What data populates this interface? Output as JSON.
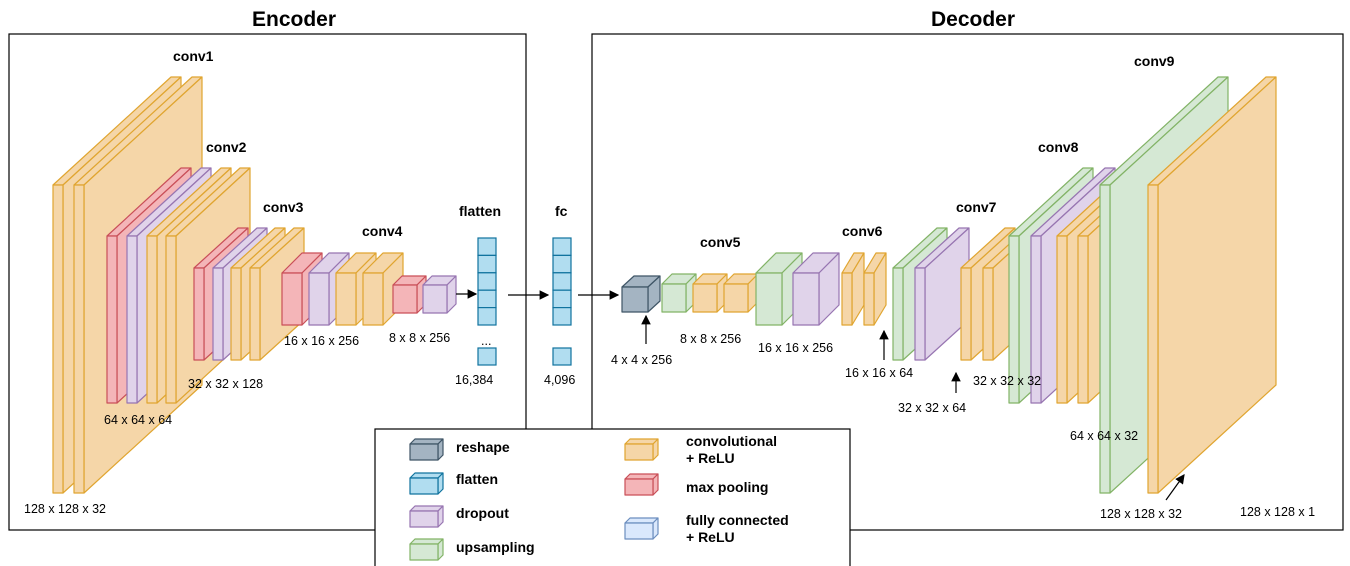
{
  "headings": {
    "encoder": "Encoder",
    "decoder": "Decoder"
  },
  "layers": {
    "conv1": "conv1",
    "conv2": "conv2",
    "conv3": "conv3",
    "conv4": "conv4",
    "flatten": "flatten",
    "fc": "fc",
    "conv5": "conv5",
    "conv6": "conv6",
    "conv7": "conv7",
    "conv8": "conv8",
    "conv9": "conv9"
  },
  "dims": {
    "d128_32": "128 x 128 x 32",
    "d64_64": "64 x 64 x 64",
    "d32_128": "32 x 32 x 128",
    "d16_256_enc": "16 x 16 x 256",
    "d8_256_enc": "8 x 8 x 256",
    "flatten_size": "16,384",
    "fc_size": "4,096",
    "ellipsis": "...",
    "d4_256": "4 x 4 x 256",
    "d8_256_dec": "8 x 8 x 256",
    "d16_256_dec": "16 x 16 x 256",
    "d16_64": "16 x 16 x 64",
    "d32_64": "32 x 32 x 64",
    "d32_32": "32 x 32 x 32",
    "d64_32": "64 x 64 x 32",
    "d128_32_dec": "128 x 128 x 32",
    "d128_1": "128 x 128 x 1"
  },
  "legend": {
    "reshape": "reshape",
    "flatten": "flatten",
    "dropout": "dropout",
    "upsampling": "upsampling",
    "conv_line1": "convolutional",
    "conv_line2": "+ ReLU",
    "maxpool": "max pooling",
    "fc_line1": "fully connected",
    "fc_line2": "+ ReLU"
  },
  "colors": {
    "conv": "#f5d6a8",
    "conv_stroke": "#e0a530",
    "pool": "#f4b5b8",
    "pool_stroke": "#c94f58",
    "dropout": "#e0d3ea",
    "dropout_stroke": "#9775b1",
    "upsampling": "#d5e8d4",
    "upsampling_stroke": "#82b366",
    "flatten": "#b1ddf0",
    "flatten_stroke": "#10739e",
    "reshape": "#a4b4c2",
    "reshape_stroke": "#3f5566",
    "fc": "#dae8fc",
    "fc_stroke": "#6c8ebf"
  }
}
